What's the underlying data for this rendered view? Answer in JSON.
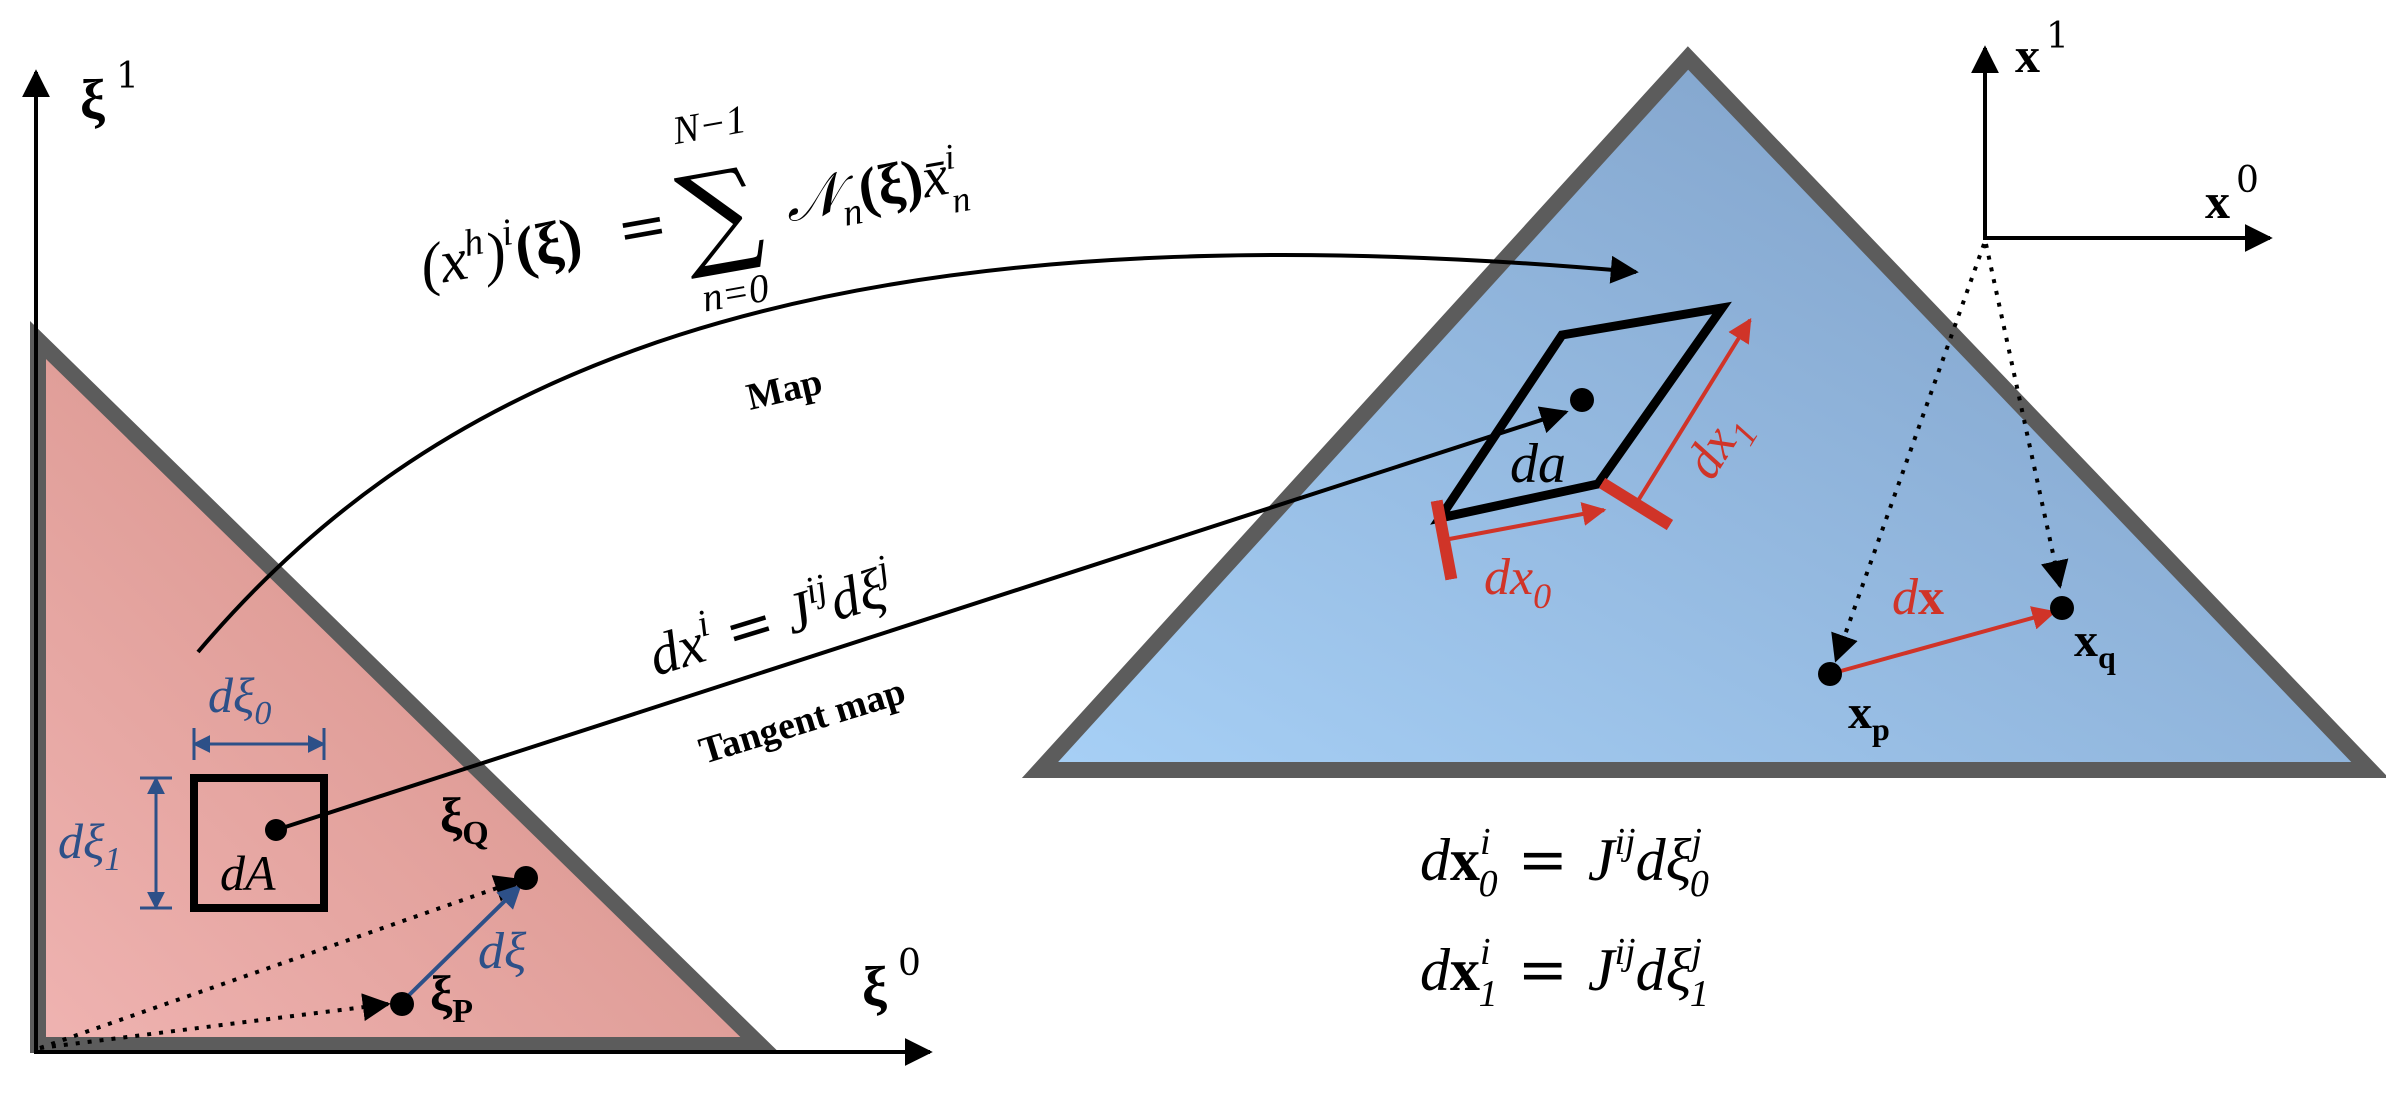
{
  "colors": {
    "reference_fill_start": "#efb3b1",
    "reference_fill_end": "#d18980",
    "physical_fill_start": "#a7d0f6",
    "physical_fill_end": "#7a9ac2",
    "outline": "#5c5c5c",
    "red_accent": "#d03428",
    "blue_accent": "#2d5088",
    "ink": "#000000"
  },
  "left_axes": {
    "vertical_label": "ξ",
    "vertical_superscript": "1",
    "horizontal_label": "ξ",
    "horizontal_superscript": "0"
  },
  "right_axes": {
    "vertical_label": "x",
    "vertical_superscript": "1",
    "horizontal_label": "x",
    "horizontal_superscript": "0"
  },
  "reference_element": {
    "area_label": "dA",
    "edge0_label": "dξ",
    "edge0_subscript": "0",
    "edge1_label": "dξ",
    "edge1_subscript": "1",
    "point_q_label": "ξ",
    "point_q_subscript": "Q",
    "point_p_label": "ξ",
    "point_p_subscript": "P",
    "vector_label": "dξ"
  },
  "physical_element": {
    "area_label": "da",
    "edge0_label": "dx",
    "edge0_subscript": "0",
    "edge1_label": "dx",
    "edge1_subscript": "1",
    "point_q_label": "x",
    "point_q_subscript": "q",
    "point_p_label": "x",
    "point_p_subscript": "p",
    "vector_label": "dx"
  },
  "map_equation": {
    "lhs_base": "x",
    "lhs_super_h": "h",
    "lhs_super_i": "i",
    "lhs_arg": "(ξ)",
    "equals": "=",
    "sum_upper": "N−1",
    "sum_lower": "n=0",
    "sum_symbol": "∑",
    "term": "𝒩",
    "term_sub": "n",
    "term_arg": "(ξ)",
    "term_x": "x̄",
    "term_x_super": "i",
    "term_x_sub": "n"
  },
  "map_label": "Map",
  "tangent_equation": {
    "lhs": "dx",
    "lhs_sup": "i",
    "equals": "=",
    "jacobian": "J",
    "jacobian_sup": "ij",
    "differential": "dξ",
    "differential_sup": "j"
  },
  "tangent_label": "Tangent map",
  "bottom_equations": [
    {
      "d": "d",
      "x": "x",
      "sub": "0",
      "sup": "i",
      "eq": "=",
      "J": "J",
      "Jsup": "ij",
      "dxi": "dξ",
      "xisub": "0",
      "xisup": "j"
    },
    {
      "d": "d",
      "x": "x",
      "sub": "1",
      "sup": "i",
      "eq": "=",
      "J": "J",
      "Jsup": "ij",
      "dxi": "dξ",
      "xisub": "1",
      "xisup": "j"
    }
  ]
}
